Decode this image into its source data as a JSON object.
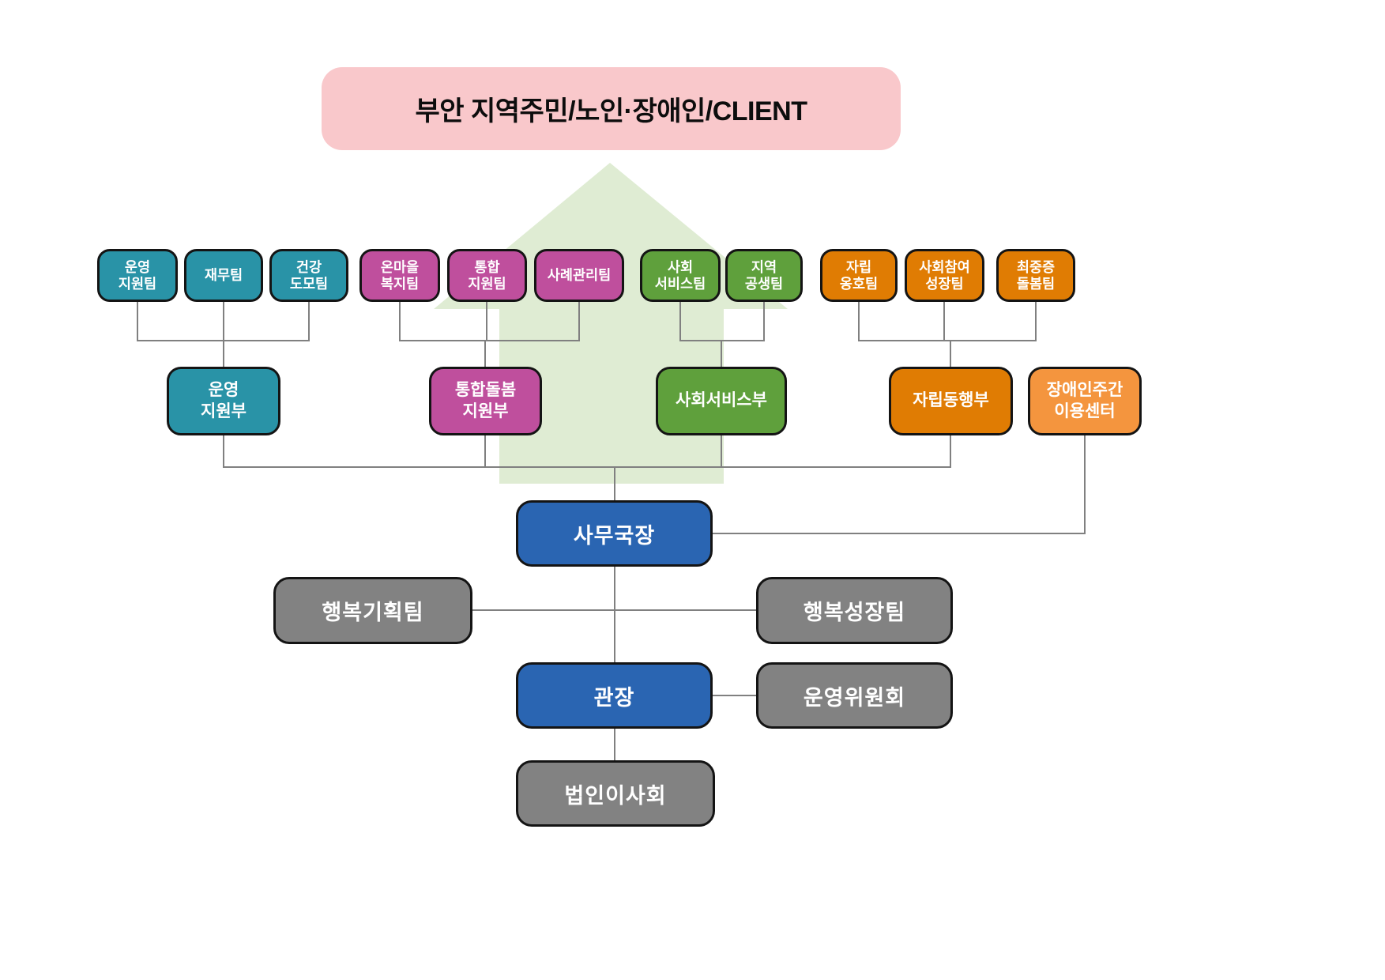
{
  "client_banner": {
    "label": "부안 지역주민/노인·장애인/CLIENT"
  },
  "colors": {
    "pink": "#f9c8cb",
    "teal": "#2993a7",
    "magenta": "#bf4f9d",
    "green": "#5fa03c",
    "orange": "#e07c03",
    "light_orange": "#f4953e",
    "blue": "#2a65b2",
    "gray": "#828282",
    "arrow_green": "#dfecd3",
    "line_gray": "#808080"
  },
  "teams": [
    {
      "label": "운영\n지원팀",
      "group": "teal"
    },
    {
      "label": "재무팀",
      "group": "teal"
    },
    {
      "label": "건강\n도모팀",
      "group": "teal"
    },
    {
      "label": "온마을\n복지팀",
      "group": "magenta"
    },
    {
      "label": "통합\n지원팀",
      "group": "magenta"
    },
    {
      "label": "사례관리팀",
      "group": "magenta"
    },
    {
      "label": "사회\n서비스팀",
      "group": "green"
    },
    {
      "label": "지역\n공생팀",
      "group": "green"
    },
    {
      "label": "자립\n옹호팀",
      "group": "orange"
    },
    {
      "label": "사회참여\n성장팀",
      "group": "orange"
    },
    {
      "label": "최중증\n돌봄팀",
      "group": "orange"
    }
  ],
  "departments": [
    {
      "label": "운영\n지원부",
      "group": "teal"
    },
    {
      "label": "통합돌봄\n지원부",
      "group": "magenta"
    },
    {
      "label": "사회서비스부",
      "group": "green"
    },
    {
      "label": "자립동행부",
      "group": "orange"
    },
    {
      "label": "장애인주간\n이용센터",
      "group": "light_orange"
    }
  ],
  "leadership": {
    "secretary_general": {
      "label": "사무국장",
      "group": "blue"
    },
    "happiness_planning_team": {
      "label": "행복기획팀",
      "group": "gray"
    },
    "happiness_growth_team": {
      "label": "행복성장팀",
      "group": "gray"
    },
    "director": {
      "label": "관장",
      "group": "blue"
    },
    "steering_committee": {
      "label": "운영위원회",
      "group": "gray"
    },
    "board_of_directors": {
      "label": "법인이사회",
      "group": "gray"
    }
  }
}
